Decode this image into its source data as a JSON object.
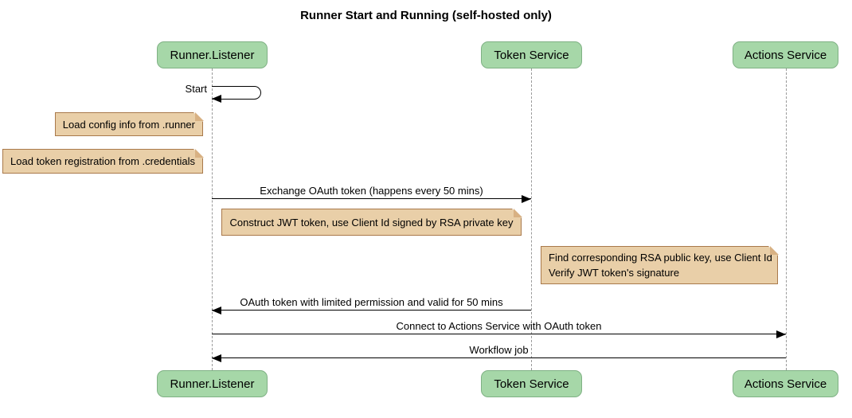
{
  "title": "Runner Start and Running (self-hosted only)",
  "participants": [
    {
      "name": "Runner.Listener"
    },
    {
      "name": "Token Service"
    },
    {
      "name": "Actions Service"
    }
  ],
  "messages": {
    "self_start": "Start",
    "exchange": "Exchange OAuth token (happens every 50 mins)",
    "oauth_return": "OAuth token with limited permission and valid for 50 mins",
    "connect": "Connect to Actions Service with OAuth token",
    "workflow": "Workflow job"
  },
  "notes": {
    "load_config": "Load config info from .runner",
    "load_token": "Load token registration from .credentials",
    "construct_jwt": "Construct JWT token, use Client Id signed by RSA private key",
    "find_rsa_line1": "Find corresponding RSA public key, use Client Id",
    "find_rsa_line2": "Verify JWT token's signature"
  },
  "colors": {
    "participant_fill": "#A6D7A8",
    "participant_border": "#7FB184",
    "note_fill": "#E9CFA8",
    "note_border": "#A9794B",
    "note_fold": "#D8B183",
    "lifeline": "#999999",
    "arrow": "#000000"
  }
}
